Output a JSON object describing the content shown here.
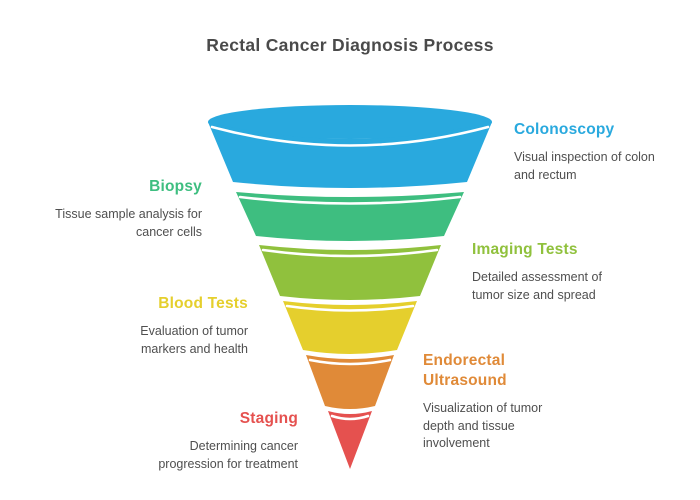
{
  "title": "Rectal Cancer Diagnosis Process",
  "colors": {
    "background": "#ffffff",
    "title_text": "#4a4a4a",
    "description_text": "#4f4f4f",
    "segment_divider": "#ffffff"
  },
  "stages": [
    {
      "name": "Colonoscopy",
      "color": "#29a9de",
      "label_side": "right",
      "description": "Visual inspection of colon and rectum",
      "desc_lines": [
        "Visual inspection of colon",
        "and rectum"
      ]
    },
    {
      "name": "Biopsy",
      "color": "#3ebe80",
      "label_side": "left",
      "description": "Tissue sample analysis for cancer cells",
      "desc_lines": [
        "Tissue sample analysis for",
        "cancer cells"
      ]
    },
    {
      "name": "Imaging Tests",
      "color": "#90c13d",
      "label_side": "right",
      "description": "Detailed assessment of tumor size and spread",
      "desc_lines": [
        "Detailed assessment of",
        "tumor size and spread"
      ]
    },
    {
      "name": "Blood Tests",
      "color": "#e5cf2d",
      "label_side": "left",
      "description": "Evaluation of tumor markers and health",
      "desc_lines": [
        "Evaluation of tumor",
        "markers and health"
      ]
    },
    {
      "name": "Endorectal Ultrasound",
      "color": "#e08a38",
      "label_side": "right",
      "description": "Visualization of tumor depth and tissue involvement",
      "desc_lines": [
        "Visualization of tumor",
        "depth and tissue",
        "involvement"
      ]
    },
    {
      "name": "Staging",
      "color": "#e5514f",
      "label_side": "left",
      "description": "Determining cancer progression for treatment",
      "desc_lines": [
        "Determining cancer",
        "progression for treatment"
      ]
    }
  ]
}
